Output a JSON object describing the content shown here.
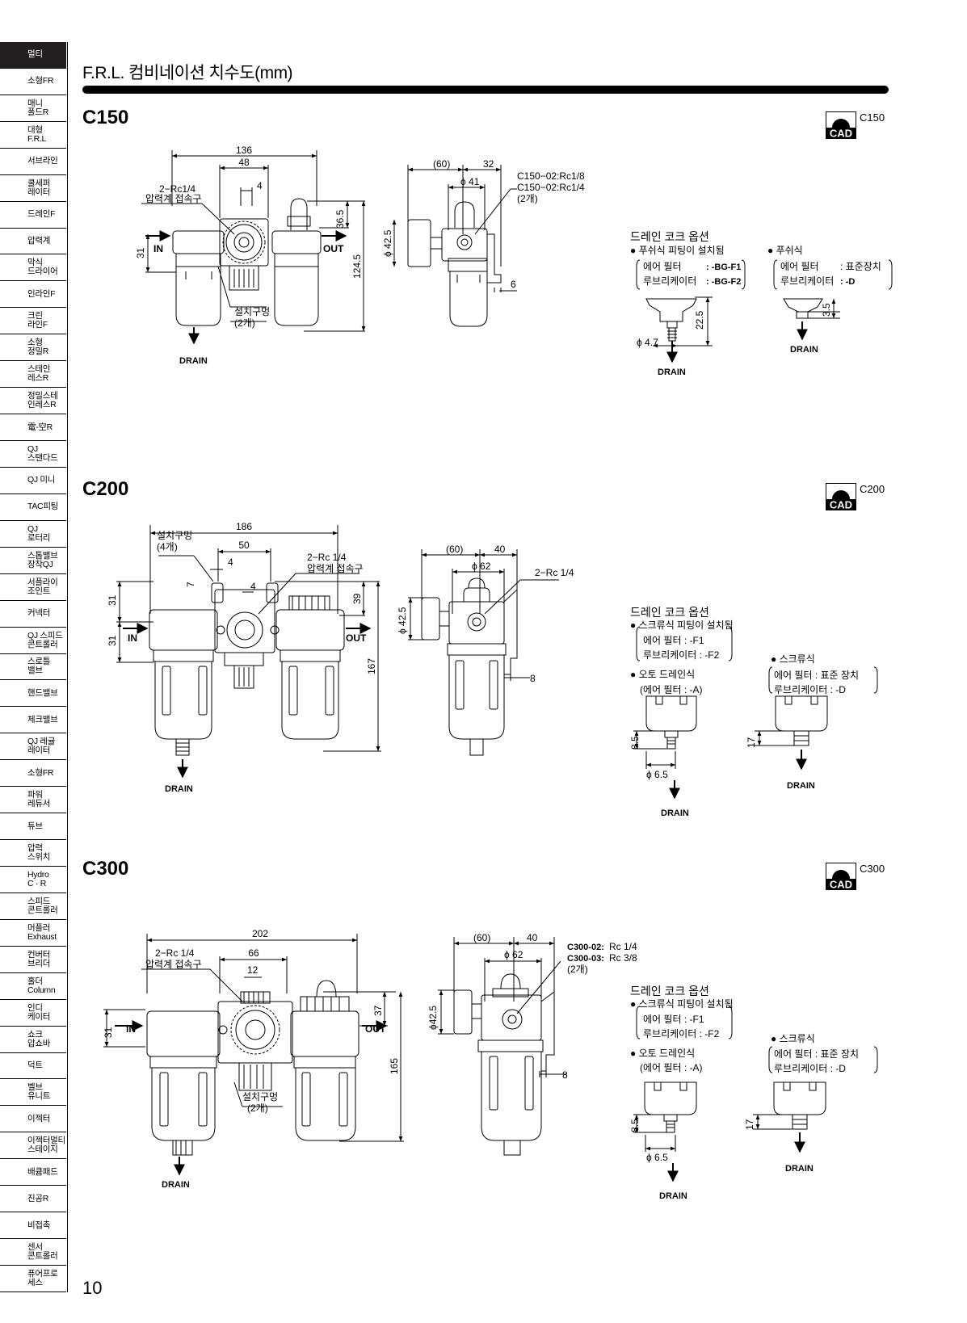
{
  "page": {
    "title": "F.R.L. 컴비네이션 치수도(mm)",
    "page_number": "10"
  },
  "sidebar": [
    {
      "label": "멀티",
      "active": true
    },
    {
      "label": "소형FR"
    },
    {
      "label": "매니\n폴드R"
    },
    {
      "label": "대형\nF.R.L"
    },
    {
      "label": "서브라인"
    },
    {
      "label": "쿨세퍼\n레이터"
    },
    {
      "label": "드레인F"
    },
    {
      "label": "압력계"
    },
    {
      "label": "막식\n드라이어"
    },
    {
      "label": "인라인F"
    },
    {
      "label": "크린\n라인F"
    },
    {
      "label": "소형\n정밀R"
    },
    {
      "label": "스테인\n레스R"
    },
    {
      "label": "정밀스테\n인레스R"
    },
    {
      "label": "電-空R"
    },
    {
      "label": "QJ\n스탠다드"
    },
    {
      "label": "QJ 미니"
    },
    {
      "label": "TAC피팅"
    },
    {
      "label": "QJ\n로터리"
    },
    {
      "label": "스톱밸브\n장착QJ"
    },
    {
      "label": "서플라이\n조인트"
    },
    {
      "label": "커넥터"
    },
    {
      "label": "QJ 스피드\n콘트롤러"
    },
    {
      "label": "스로틀\n밸브"
    },
    {
      "label": "핸드밸브"
    },
    {
      "label": "체크밸브"
    },
    {
      "label": "QJ 레귤\n레이터"
    },
    {
      "label": "소형FR"
    },
    {
      "label": "파워\n레듀서"
    },
    {
      "label": "튜브"
    },
    {
      "label": "압력\n스위치"
    },
    {
      "label": "Hydro\nC · R"
    },
    {
      "label": "스피드\n콘트롤러"
    },
    {
      "label": "머플러\nExhaust"
    },
    {
      "label": "컨버터\n브리더"
    },
    {
      "label": "홀더\nColumn"
    },
    {
      "label": "인디\n케이터"
    },
    {
      "label": "쇼크\n압쇼바"
    },
    {
      "label": "덕트"
    },
    {
      "label": "벨브\n유니트"
    },
    {
      "label": "이젝터"
    },
    {
      "label": "이젝터멀티\n스테이지"
    },
    {
      "label": "배큠패드"
    },
    {
      "label": "진공R"
    },
    {
      "label": "비접촉"
    },
    {
      "label": "센서\n콘트롤러"
    },
    {
      "label": "퓨어프로\n세스"
    }
  ],
  "cad_icon_text": "CAD",
  "c150": {
    "heading": "C150",
    "cad_label": "C150",
    "front": {
      "d136": "136",
      "d48": "48",
      "d4": "4",
      "port": "2−Rc1/4",
      "gauge": "압력계 접속구",
      "in": "IN",
      "out": "OUT",
      "d31": "31",
      "d36_5": "36.5",
      "d124_5": "124.5",
      "mount": "설치구멍",
      "mount_qty": "(2개)",
      "drain": "DRAIN"
    },
    "side": {
      "d60": "(60)",
      "d32": "32",
      "phi41": "ϕ 41",
      "phi42_5": "ϕ 42.5",
      "d6": "6",
      "model1": "C150−02:Rc1/8",
      "model2": "C150−02:Rc1/4",
      "qty": "(2개)"
    },
    "options": {
      "title": "드레인 코크 옵션",
      "push_fit": "● 푸쉬식 피팅이 설치됨",
      "filter_bg": "에어 필터",
      "filter_bg_code": ": -BG-F1",
      "lub_bg": "루브리케이터",
      "lub_bg_code": ": -BG-F2",
      "push": "● 푸쉬식",
      "filter_std": "에어 필터",
      "filter_std_code": ": 표준장치",
      "lub_std": "루브리케이터",
      "lub_std_code": ": -D",
      "d22_5": "22.5",
      "phi4_7": "ϕ 4.7",
      "d3_5": "3.5",
      "drain": "DRAIN"
    }
  },
  "c200": {
    "heading": "C200",
    "cad_label": "C200",
    "front": {
      "d186": "186",
      "d50": "50",
      "d4a": "4",
      "d4b": "4",
      "d7": "7",
      "mount": "설치구멍",
      "mount_qty": "(4개)",
      "port": "2−Rc 1/4",
      "gauge": "압력계 접속구",
      "in": "IN",
      "out": "OUT",
      "d31a": "31",
      "d31b": "31",
      "d39": "39",
      "d167": "167",
      "drain": "DRAIN"
    },
    "side": {
      "d60": "(60)",
      "d40": "40",
      "phi62": "ϕ 62",
      "port": "2−Rc 1/4",
      "phi42_5": "ϕ 42.5",
      "d8": "8"
    },
    "options": {
      "title": "드레인 코크 옵션",
      "screw_fit": "● 스크류식 피팅이 설치됨",
      "filter_f1": "에어 필터 : -F1",
      "lub_f2": "루브리케이터 : -F2",
      "auto": "● 오토 드레인식",
      "auto_filter": "(에어 필터 : -A)",
      "screw": "● 스크류식",
      "screw_filter": "에어 필터 : 표준 장치",
      "screw_lub": "루브리케이터 : -D",
      "d8_5": "8.5",
      "phi6_5": "ϕ 6.5",
      "d17": "17",
      "drain": "DRAIN"
    }
  },
  "c300": {
    "heading": "C300",
    "cad_label": "C300",
    "front": {
      "d202": "202",
      "d66": "66",
      "d12": "12",
      "port": "2−Rc 1/4",
      "gauge": "압력계 접속구",
      "in": "IN",
      "out": "OUT",
      "d31": "31",
      "d37": "37",
      "d165": "165",
      "mount": "설치구멍",
      "mount_qty": "(2개)",
      "drain": "DRAIN"
    },
    "side": {
      "d60": "(60)",
      "d40": "40",
      "phi62": "ϕ 62",
      "phi42_5": "ϕ42.5",
      "d8": "8",
      "model1_code": "C300-02:",
      "model1_port": " Rc 1/4",
      "model2_code": "C300-03:",
      "model2_port": " Rc 3/8",
      "qty": "(2개)"
    },
    "options": {
      "title": "드레인 코크 옵션",
      "screw_fit": "● 스크류식 피팅이 설치됨",
      "filter_f1": "에어 필터 : -F1",
      "lub_f2": "루브리케이터 : -F2",
      "auto": "● 오토 드레인식",
      "auto_filter": "(에어 필터 : -A)",
      "screw": "● 스크류식",
      "screw_filter": "에어 필터 : 표준 장치",
      "screw_lub": "루브리케이터 : -D",
      "d8_5": "8.5",
      "phi6_5": "ϕ 6.5",
      "d17": "17",
      "drain": "DRAIN"
    }
  }
}
